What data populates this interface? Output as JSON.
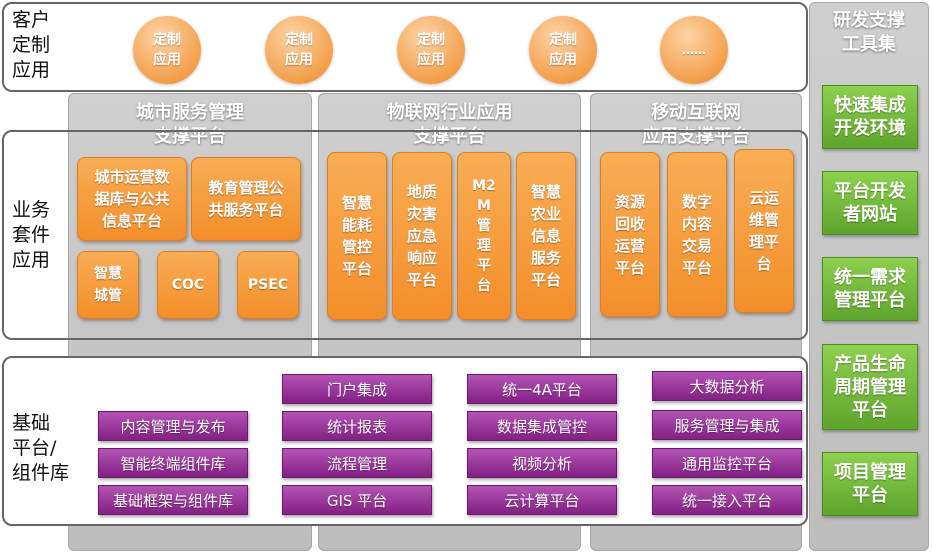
{
  "customer_row": {
    "label": "客户\n定制\n应用",
    "circles": [
      "定制\n应用",
      "定制\n应用",
      "定制\n应用",
      "定制\n应用",
      "……"
    ]
  },
  "columns": [
    {
      "title": "城市服务管理\n支撑平台"
    },
    {
      "title": "物联网行业应用\n支撑平台"
    },
    {
      "title": "移动互联网\n应用支撑平台"
    }
  ],
  "business_row": {
    "label": "业务\n套件\n应用",
    "city_boxes": [
      "城市运营数\n据库与公共\n信息平台",
      "教育管理公\n共服务平台",
      "智慧\n城管",
      "COC",
      "PSEC"
    ],
    "iot_boxes": [
      "智慧\n能耗\n管控\n平台",
      "地质\n灾害\n应急\n响应\n平台",
      "M2\nM\n管\n理\n平\n台",
      "智慧\n农业\n信息\n服务\n平台"
    ],
    "mobile_boxes": [
      "资源\n回收\n运营\n平台",
      "数字\n内容\n交易\n平台",
      "云运\n维管\n理平\n台"
    ]
  },
  "base_row": {
    "label": "基础\n平台/\n组件库",
    "col1": [
      "内容管理与发布",
      "智能终端组件库",
      "基础框架与组件库"
    ],
    "col2": [
      "门户集成",
      "统计报表",
      "流程管理",
      "GIS 平台"
    ],
    "col3": [
      "统一4A平台",
      "数据集成管控",
      "视频分析",
      "云计算平台"
    ],
    "col4": [
      "大数据分析",
      "服务管理与集成",
      "通用监控平台",
      "统一接入平台"
    ]
  },
  "tools": {
    "title": "研发支撑\n工具集",
    "items": [
      "快速集成\n开发环境",
      "平台开发\n者网站",
      "统一需求\n管理平台",
      "产品生命\n周期管理\n平台",
      "项目管理\n平台"
    ]
  }
}
